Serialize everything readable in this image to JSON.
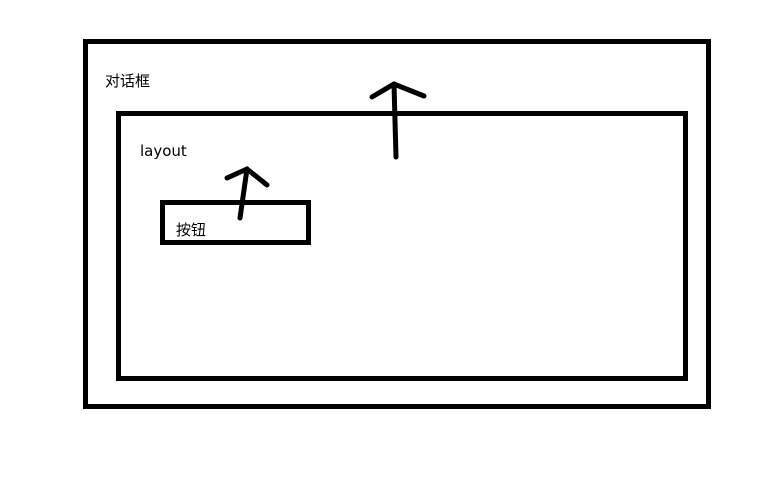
{
  "dialog": {
    "label": "对话框"
  },
  "layout": {
    "label": "layout"
  },
  "button": {
    "label": "按钮"
  },
  "colors": {
    "stroke": "#000000",
    "background": "#ffffff"
  }
}
